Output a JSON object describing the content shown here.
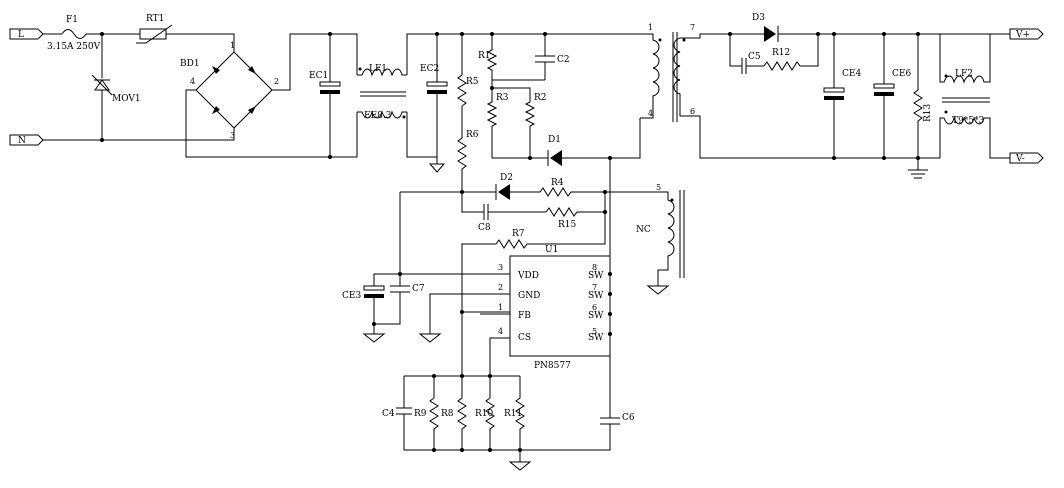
{
  "terminals": {
    "l": "L",
    "n": "N",
    "vplus": "V+",
    "vminus": "V-"
  },
  "components": {
    "f1": "F1",
    "f1_rating": "3.15A 250V",
    "rt1": "RT1",
    "bd1": "BD1",
    "mov1": "MOV1",
    "ec1": "EC1",
    "lf1": "LF1",
    "ee": "EE8.3",
    "ec2": "EC2",
    "r1": "R1",
    "r2": "R2",
    "r3": "R3",
    "r4": "R4",
    "r5": "R5",
    "r6": "R6",
    "r7": "R7",
    "r8": "R8",
    "r9": "R9",
    "r10": "R10",
    "r11": "R11",
    "r12": "R12",
    "r13": "R13",
    "r15": "R15",
    "c2": "C2",
    "c4": "C4",
    "c5": "C5",
    "c6": "C6",
    "c7": "C7",
    "c8": "C8",
    "ce3": "CE3",
    "ce4": "CE4",
    "ce6": "CE6",
    "d1": "D1",
    "d2": "D2",
    "d3": "D3",
    "lf2": "LF2",
    "t9": "T9*5*3",
    "nc": "NC",
    "u1": "U1",
    "ic_part": "PN8577"
  },
  "bridge_pins": {
    "p1": "1",
    "p2": "2",
    "p3": "3",
    "p4": "4"
  },
  "transformer_pins": {
    "p1": "1",
    "p4": "4",
    "p5": "5",
    "p6": "6",
    "p7": "7"
  },
  "ic_pins": [
    {
      "num": "3",
      "name": "VDD"
    },
    {
      "num": "2",
      "name": "GND"
    },
    {
      "num": "1",
      "name": "FB"
    },
    {
      "num": "4",
      "name": "CS"
    },
    {
      "num": "8",
      "name": "SW"
    },
    {
      "num": "7",
      "name": "SW"
    },
    {
      "num": "6",
      "name": "SW"
    },
    {
      "num": "5",
      "name": "SW"
    }
  ]
}
